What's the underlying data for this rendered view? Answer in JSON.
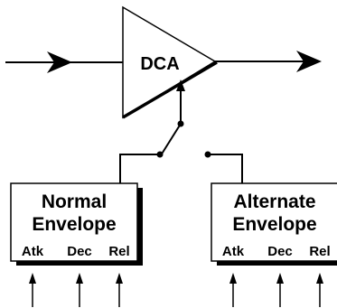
{
  "dca": {
    "label": "DCA"
  },
  "normal_envelope": {
    "title_line1": "Normal",
    "title_line2": "Envelope",
    "params": [
      "Atk",
      "Dec",
      "Rel"
    ]
  },
  "alternate_envelope": {
    "title_line1": "Alternate",
    "title_line2": "Envelope",
    "params": [
      "Atk",
      "Dec",
      "Rel"
    ]
  },
  "colors": {
    "stroke": "#000000",
    "background": "#ffffff"
  }
}
